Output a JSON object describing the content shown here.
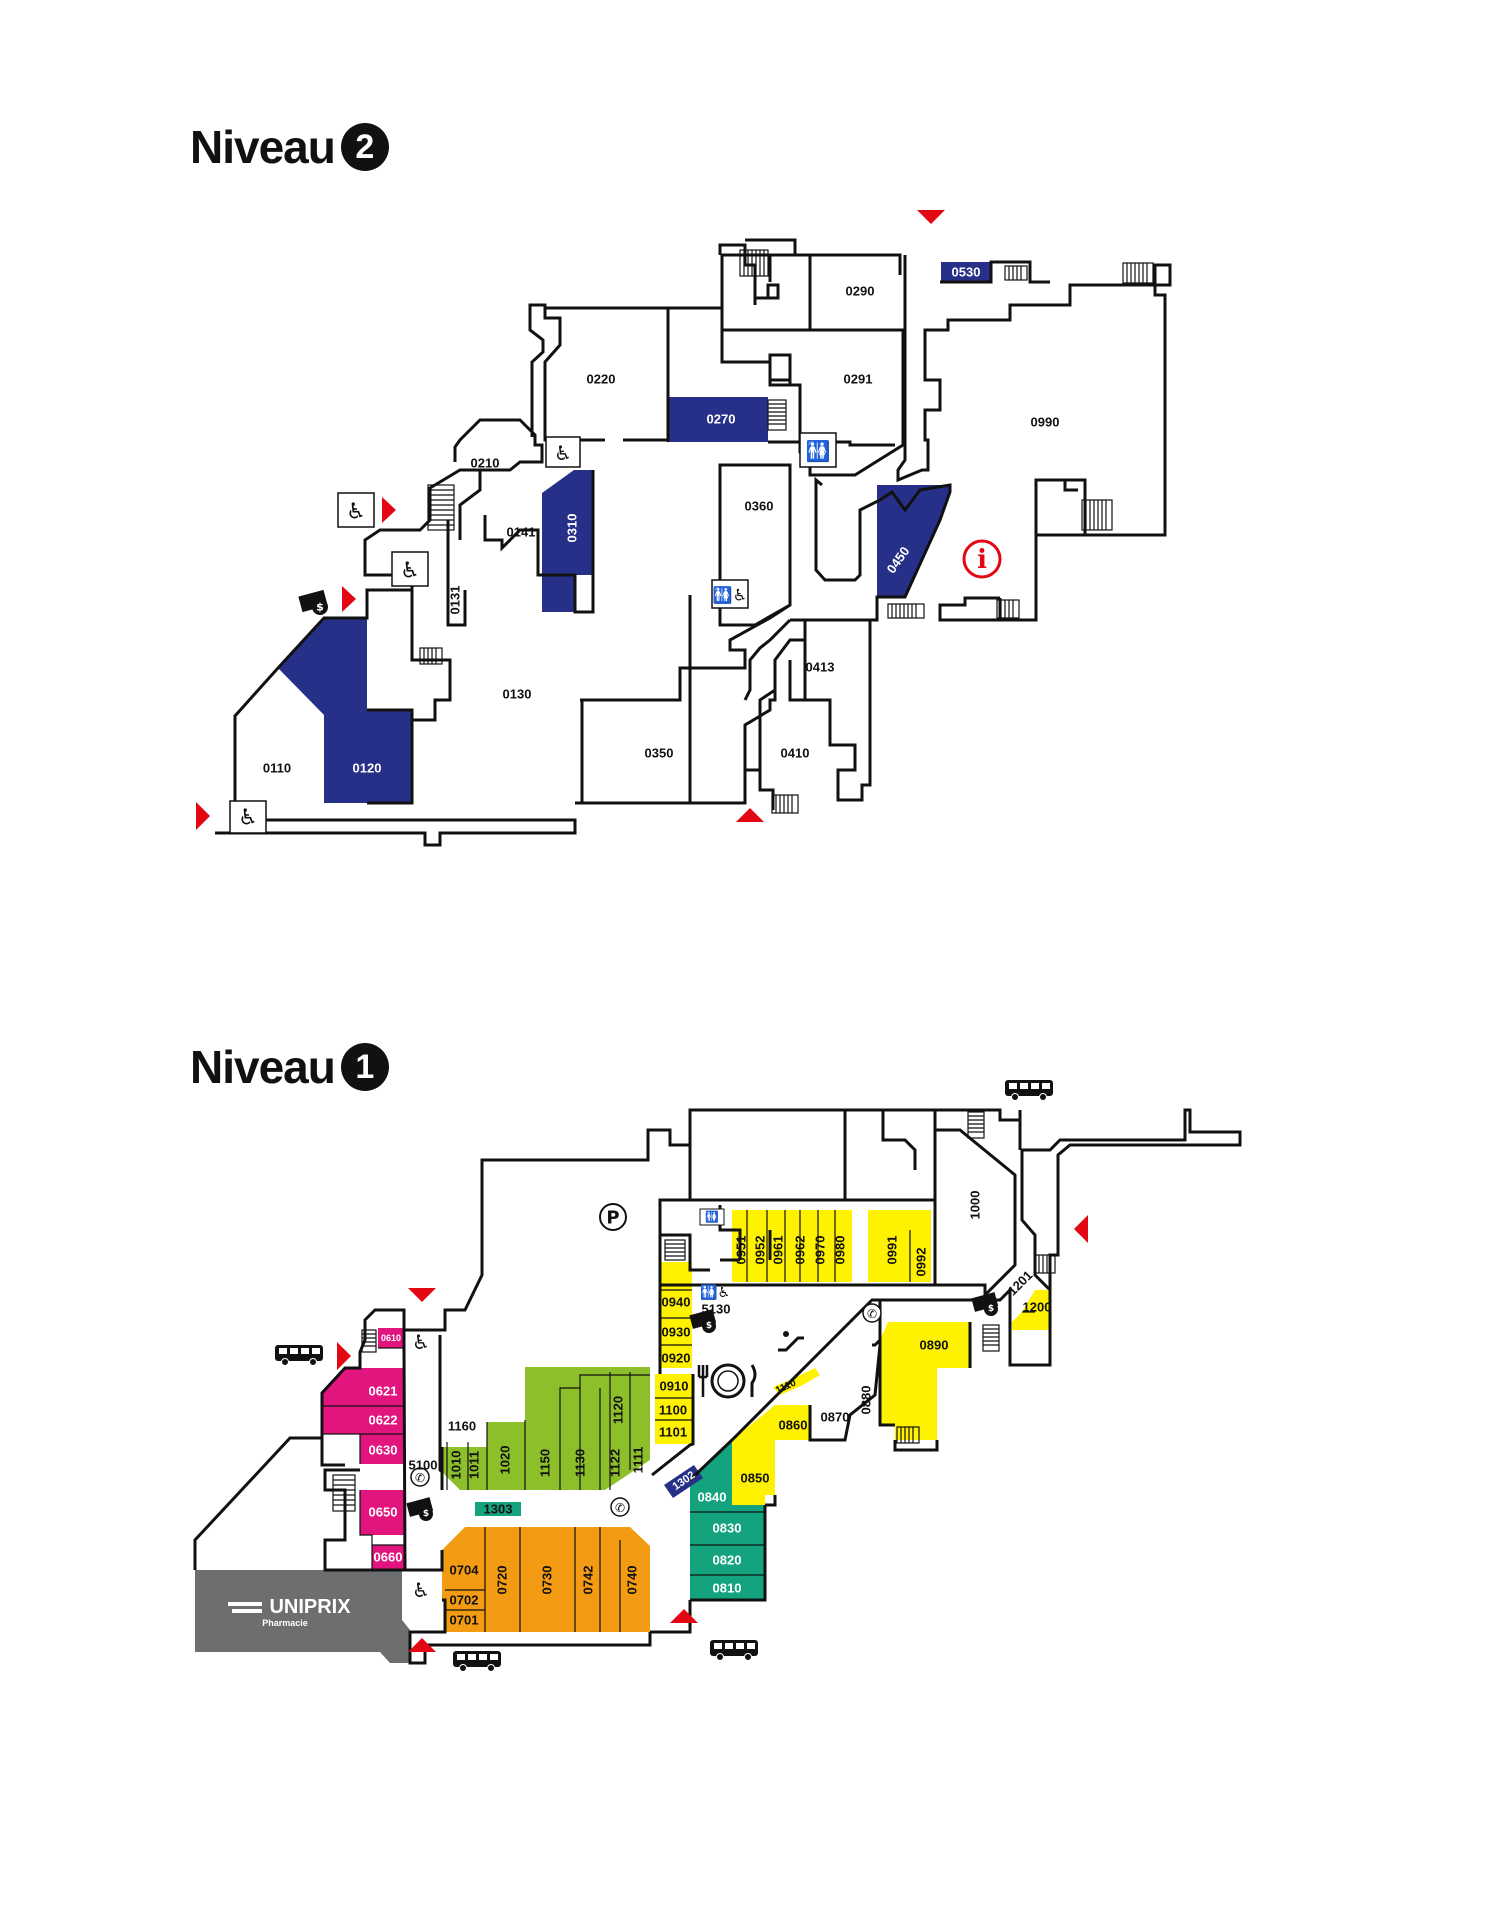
{
  "level2": {
    "word": "Niveau",
    "number": "2"
  },
  "level1": {
    "word": "Niveau",
    "number": "1"
  },
  "colors": {
    "blue": "#263088",
    "magenta": "#e2157f",
    "green": "#8dbf2b",
    "orange": "#f39b12",
    "yellow": "#fff200",
    "teal": "#14a37f",
    "grey": "#6d6e70",
    "red": "#e30613",
    "wall": "#111111"
  },
  "level2_units": [
    {
      "code": "0110",
      "color": "none"
    },
    {
      "code": "0120",
      "color": "blue"
    },
    {
      "code": "0130",
      "color": "none"
    },
    {
      "code": "0131",
      "color": "none"
    },
    {
      "code": "0141",
      "color": "none"
    },
    {
      "code": "0210",
      "color": "none"
    },
    {
      "code": "0220",
      "color": "none"
    },
    {
      "code": "0270",
      "color": "blue"
    },
    {
      "code": "0290",
      "color": "none"
    },
    {
      "code": "0291",
      "color": "none"
    },
    {
      "code": "0310",
      "color": "blue"
    },
    {
      "code": "0350",
      "color": "none"
    },
    {
      "code": "0360",
      "color": "none"
    },
    {
      "code": "0410",
      "color": "none"
    },
    {
      "code": "0413",
      "color": "none"
    },
    {
      "code": "0450",
      "color": "blue"
    },
    {
      "code": "0530",
      "color": "blue"
    },
    {
      "code": "0990",
      "color": "none"
    }
  ],
  "level1_units": [
    {
      "code": "0610",
      "color": "magenta"
    },
    {
      "code": "0621",
      "color": "magenta"
    },
    {
      "code": "0622",
      "color": "magenta"
    },
    {
      "code": "0630",
      "color": "magenta"
    },
    {
      "code": "0650",
      "color": "magenta"
    },
    {
      "code": "0660",
      "color": "magenta"
    },
    {
      "code": "0701",
      "color": "orange"
    },
    {
      "code": "0702",
      "color": "orange"
    },
    {
      "code": "0704",
      "color": "orange"
    },
    {
      "code": "0720",
      "color": "orange"
    },
    {
      "code": "0730",
      "color": "orange"
    },
    {
      "code": "0742",
      "color": "orange"
    },
    {
      "code": "0740",
      "color": "orange"
    },
    {
      "code": "0810",
      "color": "teal"
    },
    {
      "code": "0820",
      "color": "teal"
    },
    {
      "code": "0830",
      "color": "teal"
    },
    {
      "code": "0840",
      "color": "teal"
    },
    {
      "code": "0850",
      "color": "yellow"
    },
    {
      "code": "0860",
      "color": "yellow"
    },
    {
      "code": "0870",
      "color": "none"
    },
    {
      "code": "0880",
      "color": "none"
    },
    {
      "code": "0890",
      "color": "yellow"
    },
    {
      "code": "0910",
      "color": "yellow"
    },
    {
      "code": "0920",
      "color": "yellow"
    },
    {
      "code": "0930",
      "color": "yellow"
    },
    {
      "code": "0940",
      "color": "yellow"
    },
    {
      "code": "0951",
      "color": "yellow"
    },
    {
      "code": "0952",
      "color": "yellow"
    },
    {
      "code": "0961",
      "color": "yellow"
    },
    {
      "code": "0962",
      "color": "yellow"
    },
    {
      "code": "0970",
      "color": "yellow"
    },
    {
      "code": "0980",
      "color": "yellow"
    },
    {
      "code": "0991",
      "color": "yellow"
    },
    {
      "code": "0992",
      "color": "yellow"
    },
    {
      "code": "1000",
      "color": "none"
    },
    {
      "code": "1010",
      "color": "green"
    },
    {
      "code": "1011",
      "color": "green"
    },
    {
      "code": "1020",
      "color": "green"
    },
    {
      "code": "1100",
      "color": "yellow"
    },
    {
      "code": "1101",
      "color": "yellow"
    },
    {
      "code": "1110",
      "color": "yellow"
    },
    {
      "code": "1111",
      "color": "green"
    },
    {
      "code": "1120",
      "color": "green"
    },
    {
      "code": "1122",
      "color": "green"
    },
    {
      "code": "1130",
      "color": "green"
    },
    {
      "code": "1150",
      "color": "green"
    },
    {
      "code": "1160",
      "color": "none"
    },
    {
      "code": "1200",
      "color": "yellow"
    },
    {
      "code": "1201",
      "color": "none"
    },
    {
      "code": "1302",
      "color": "blue"
    },
    {
      "code": "1303",
      "color": "teal"
    },
    {
      "code": "5100",
      "color": "none"
    },
    {
      "code": "5130",
      "color": "none"
    }
  ],
  "anchor_store": {
    "name": "UNIPRIX",
    "sub": "Pharmacie"
  },
  "icons": {
    "information": "i",
    "parking": "P",
    "phone": "✆",
    "accessible": "♿",
    "restroom": "🚻",
    "dining": "🍴",
    "atm": "$",
    "bus": "bus-icon",
    "escalator": "escalator-icon",
    "stairs": "stairs-icon",
    "entrance": "entrance-arrow-icon"
  }
}
